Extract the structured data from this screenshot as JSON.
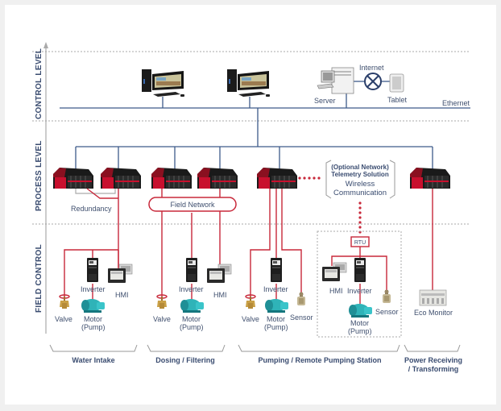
{
  "levels": {
    "control": "CONTROL LEVEL",
    "process": "PROCESS LEVEL",
    "field": "FIELD CONTROL"
  },
  "control": {
    "server_label": "Server",
    "internet_label": "Internet",
    "tablet_label": "Tablet",
    "ethernet_label": "Ethernet"
  },
  "process": {
    "redundancy_label": "Redundancy",
    "field_network_label": "Field Network",
    "telemetry": {
      "line1": "(Optional Network)",
      "line2": "Telemetry Solution",
      "line3": "Wireless",
      "line4": "Communication"
    }
  },
  "field": {
    "rtu_label": "RTU",
    "devices": {
      "valve": "Valve",
      "inverter": "Inverter",
      "hmi": "HMI",
      "motor_line1": "Motor",
      "motor_line2": "(Pump)",
      "sensor": "Sensor",
      "eco_monitor": "Eco Monitor"
    }
  },
  "groups": [
    {
      "label": "Water Intake"
    },
    {
      "label": "Dosing / Filtering"
    },
    {
      "label": "Pumping / Remote Pumping Station"
    },
    {
      "label_line1": "Power Receiving",
      "label_line2": "/ Transforming"
    }
  ],
  "colors": {
    "ethernet_line": "#3d5a8a",
    "field_line": "#c8283a",
    "text": "#3a4c70",
    "plc_red": "#c8102e"
  }
}
